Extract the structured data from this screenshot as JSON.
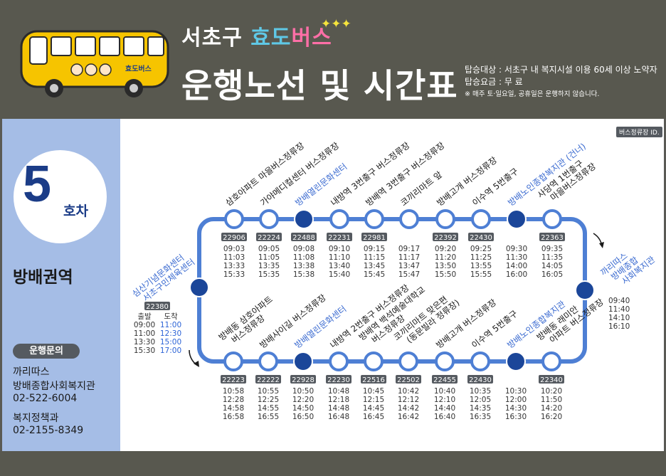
{
  "header": {
    "brand_prefix": "서초구",
    "brand_hyo": "효도",
    "brand_bus": "버스",
    "sparkles": "✦✦✦",
    "title": "운행노선 및 시간표",
    "info_line1": "탑승대상 : 서초구 내 복지시설 이용 60세 이상 노약자",
    "info_line2": "탑승요금 : 무  료",
    "info_note": "※ 매주 토·일요일, 공휴일은 운행하지 않습니다.",
    "bus_sign": "효도버스"
  },
  "side": {
    "number": "5",
    "unit": "호차",
    "region": "방배권역",
    "inquiry_label": "운행문의",
    "contacts": [
      "까리따스",
      "방배종합사회복지관",
      "02-522-6004",
      "복지정책과",
      "02-2155-8349"
    ]
  },
  "legend": {
    "stop_id": "버스정류장 ID."
  },
  "colors": {
    "line": "#4e7fd4",
    "hub": "#1b4699",
    "header_bg": "#58584f",
    "side_bg": "#a5bde6",
    "brand_blue": "#1b3c87"
  },
  "top_stops": [
    {
      "name": "삼호아파트 마을버스정류장",
      "id": "22906",
      "times": [
        "09:03",
        "11:03",
        "13:33",
        "15:33"
      ],
      "hub": false
    },
    {
      "name": "가야메디컬센터 버스정류장",
      "id": "22224",
      "times": [
        "09:05",
        "11:05",
        "13:35",
        "15:35"
      ],
      "hub": false
    },
    {
      "name": "방배열린문화센터",
      "id": "22488",
      "times": [
        "09:08",
        "11:08",
        "13:38",
        "15:38"
      ],
      "hub": true
    },
    {
      "name": "내방역 3번출구 버스정류장",
      "id": "22231",
      "times": [
        "09:10",
        "11:10",
        "13:40",
        "15:40"
      ],
      "hub": false
    },
    {
      "name": "방배역 3번출구 버스정류장",
      "id": "22981",
      "times": [
        "09:15",
        "11:15",
        "13:45",
        "15:45"
      ],
      "hub": false
    },
    {
      "name": "코끼리마트 앞",
      "id": "",
      "times": [
        "09:17",
        "11:17",
        "13:47",
        "15:47"
      ],
      "hub": false
    },
    {
      "name": "방배고개 버스정류장",
      "id": "22392",
      "times": [
        "09:20",
        "11:20",
        "13:50",
        "15:50"
      ],
      "hub": false
    },
    {
      "name": "이수역 5번출구",
      "id": "22430",
      "times": [
        "09:25",
        "11:25",
        "13:55",
        "15:55"
      ],
      "hub": false
    },
    {
      "name": "방배노인종합복지관 (건너)",
      "id": "",
      "times": [
        "09:30",
        "11:30",
        "14:00",
        "16:00"
      ],
      "hub": true
    },
    {
      "name": "사당역 1번출구",
      "name2": "마을버스정류장",
      "id": "22363",
      "times": [
        "09:35",
        "11:35",
        "14:05",
        "16:05"
      ],
      "hub": false
    }
  ],
  "right_stop": {
    "name": [
      "까리따스",
      "방배종합",
      "사회복지관"
    ],
    "times": [
      "09:40",
      "11:40",
      "14:10",
      "16:10"
    ]
  },
  "left_stop": {
    "name": [
      "심산기념문화센터",
      "서초구민체육센터"
    ],
    "id": "22380",
    "depart_label": "출발",
    "arrive_label": "도착",
    "depart": [
      "09:00",
      "11:00",
      "13:30",
      "15:30"
    ],
    "arrive": [
      "11:00",
      "12:30",
      "15:00",
      "17:00"
    ]
  },
  "bottom_stops": [
    {
      "name": "방배동 삼호아파트",
      "name2": "버스정류장",
      "id": "22223",
      "times": [
        "10:58",
        "12:28",
        "14:58",
        "16:58"
      ],
      "hub": false
    },
    {
      "name": "방배사이길 버스정류장",
      "id": "22222",
      "times": [
        "10:55",
        "12:25",
        "14:55",
        "16:55"
      ],
      "hub": false
    },
    {
      "name": "방배열린문화센터",
      "id": "22928",
      "times": [
        "10:50",
        "12:20",
        "14:50",
        "16:50"
      ],
      "hub": true
    },
    {
      "name": "내방역 2번출구 버스정류장",
      "id": "22230",
      "times": [
        "10:48",
        "12:18",
        "14:48",
        "16:48"
      ],
      "hub": false
    },
    {
      "name": "방배역 백석예술대학교",
      "name2": "버스정류장",
      "id": "22516",
      "times": [
        "10:45",
        "12:15",
        "14:45",
        "16:45"
      ],
      "hub": false
    },
    {
      "name": "코끼리마트 맞은편",
      "name2": "(동문빌라 정류장)",
      "id": "22502",
      "times": [
        "10:42",
        "12:12",
        "14:42",
        "16:42"
      ],
      "hub": false
    },
    {
      "name": "방배고개 버스정류장",
      "id": "22455",
      "times": [
        "10:40",
        "12:10",
        "14:40",
        "16:40"
      ],
      "hub": false
    },
    {
      "name": "이수역 5번출구",
      "id": "22430",
      "times": [
        "10:35",
        "12:05",
        "14:35",
        "16:35"
      ],
      "hub": false
    },
    {
      "name": "방배노인종합복지관",
      "id": "",
      "times": [
        "10:30",
        "12:00",
        "14:30",
        "16:30"
      ],
      "hub": true
    },
    {
      "name": "방배동 래미안",
      "name2": "아파트 버스정류장",
      "id": "22340",
      "times": [
        "10:20",
        "11:50",
        "14:20",
        "16:20"
      ],
      "hub": false
    }
  ]
}
